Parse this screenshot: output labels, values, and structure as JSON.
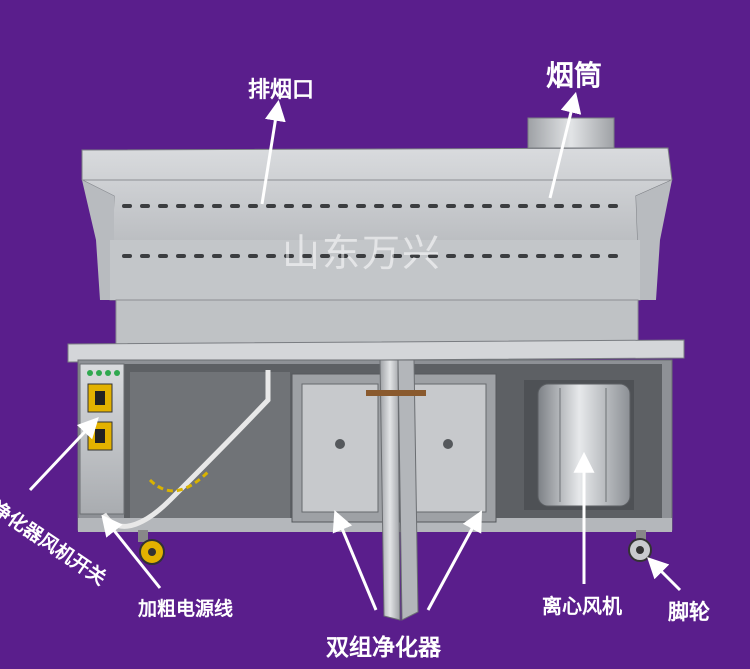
{
  "labels": {
    "exhaust_port": "排烟口",
    "chimney": "烟筒",
    "purifier_fan_switch": "净化器风机开关",
    "thick_power_cord": "加粗电源线",
    "dual_purifiers": "双组净化器",
    "centrifugal_fan": "离心风机",
    "caster": "脚轮"
  },
  "watermark": "山东万兴",
  "colors": {
    "background": "#5a1e8c",
    "steel": "#c7c9cc",
    "label": "#ffffff"
  }
}
